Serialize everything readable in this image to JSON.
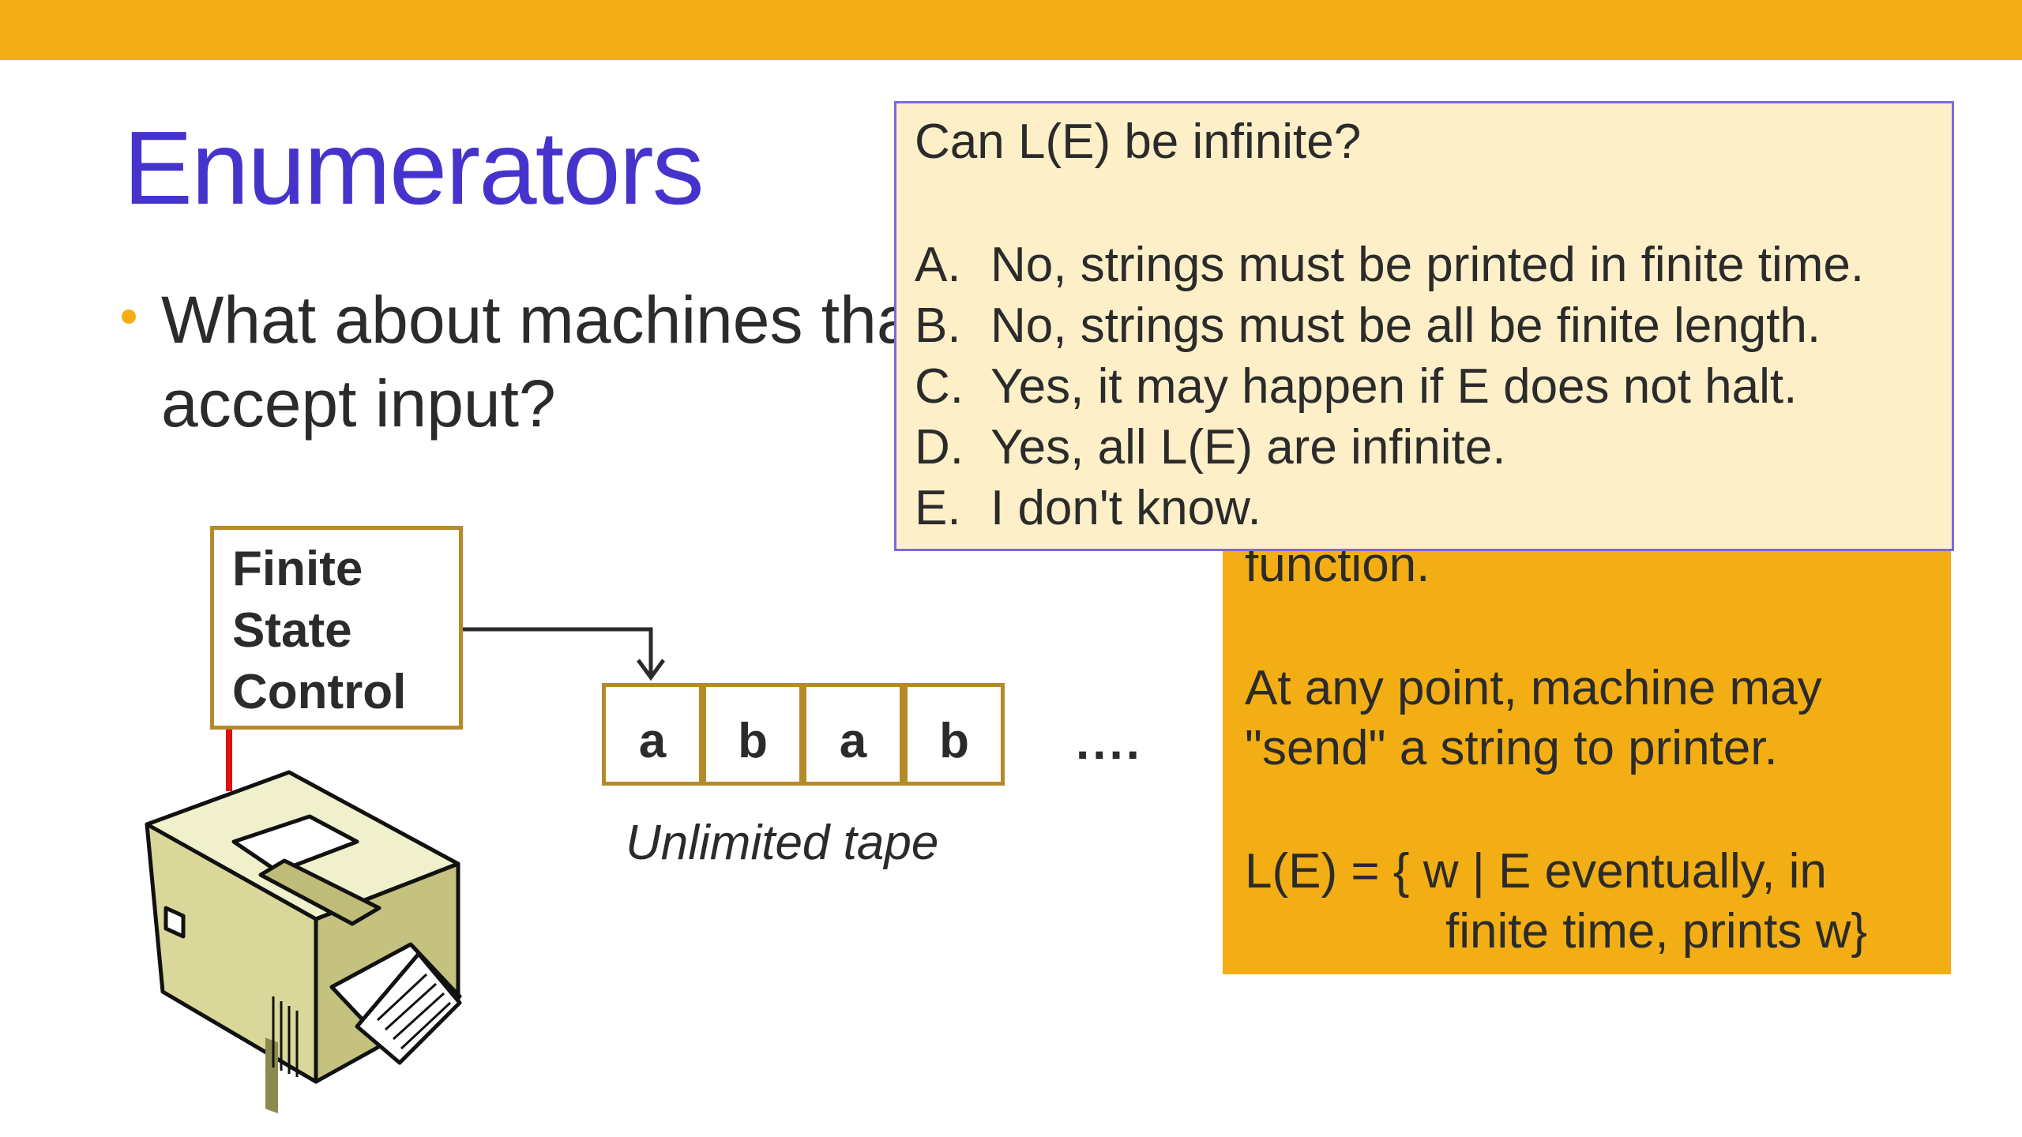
{
  "slide": {
    "title": "Enumerators",
    "bullet": "What about machines that don't accept input?"
  },
  "diagram": {
    "control_label": "Finite State Control",
    "tape_cells": [
      "a",
      "b",
      "a",
      "b"
    ],
    "tape_ellipsis": "....",
    "tape_label": "Unlimited tape"
  },
  "panel": {
    "line_function": "function.",
    "line_any_point": "At any point, machine may",
    "line_send": "\"send\" a string to printer.",
    "line_le": "L(E) = { w | E eventually, in",
    "line_finite": "finite time, prints w}"
  },
  "popup": {
    "question": "Can L(E) be infinite?",
    "options": [
      {
        "key": "A.",
        "text": "No, strings must be printed in finite time."
      },
      {
        "key": "B.",
        "text": "No, strings must be all be finite length."
      },
      {
        "key": "C.",
        "text": "Yes, it may happen if E does not halt."
      },
      {
        "key": "D.",
        "text": "Yes, all L(E) are infinite."
      },
      {
        "key": "E.",
        "text": "I don't know."
      }
    ]
  },
  "colors": {
    "accent": "#F2AE14",
    "title": "#4633CC",
    "box_border": "#B58A2A",
    "popup_bg": "#FDEFC8",
    "popup_border": "#7A6ADB"
  },
  "icons": [
    "printer-icon",
    "arrow-down-icon"
  ]
}
